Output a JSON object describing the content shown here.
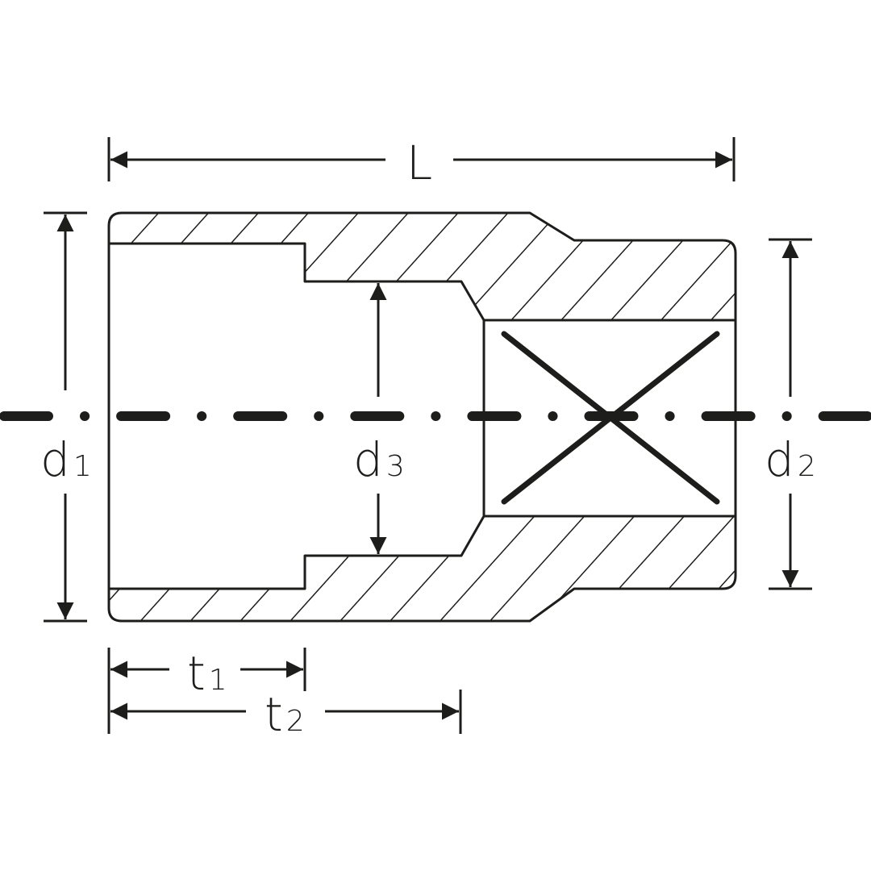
{
  "diagram": {
    "type": "technical-drawing",
    "subject": "socket cross-section",
    "colors": {
      "line": "#1d1d1b",
      "background": "#ffffff"
    },
    "dimensions": {
      "L": {
        "symbol": "L",
        "subscript": ""
      },
      "d1": {
        "symbol": "d",
        "subscript": "1"
      },
      "d2": {
        "symbol": "d",
        "subscript": "2"
      },
      "d3": {
        "symbol": "d",
        "subscript": "3"
      },
      "t1": {
        "symbol": "t",
        "subscript": "1"
      },
      "t2": {
        "symbol": "t",
        "subscript": "2"
      }
    }
  }
}
